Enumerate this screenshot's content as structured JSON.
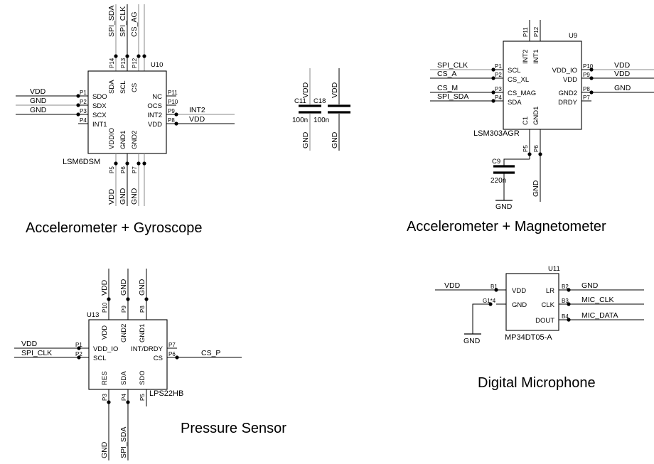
{
  "sheet": {
    "titles": [
      {
        "id": "accel-gyro",
        "text": "Accelerometer + Gyroscope"
      },
      {
        "id": "accel-mag",
        "text": "Accelerometer + Magnetometer"
      },
      {
        "id": "pressure",
        "text": "Pressure Sensor"
      },
      {
        "id": "microphone",
        "text": "Digital Microphone"
      }
    ]
  },
  "components": {
    "u10": {
      "refdes": "U10",
      "part": "LSM6DSM",
      "pins_left": [
        {
          "num": "P1",
          "name": "SDO",
          "net": "VDD"
        },
        {
          "num": "P2",
          "name": "SDX",
          "net": "GND"
        },
        {
          "num": "P3",
          "name": "SCX",
          "net": "GND"
        },
        {
          "num": "P4",
          "name": "INT1",
          "net": ""
        }
      ],
      "pins_right": [
        {
          "num": "P11",
          "name": "NC",
          "net": ""
        },
        {
          "num": "P10",
          "name": "OCS",
          "net": ""
        },
        {
          "num": "P9",
          "name": "INT2",
          "net": "INT2"
        },
        {
          "num": "P8",
          "name": "VDD",
          "net": "VDD"
        }
      ],
      "pins_top": [
        {
          "num": "P14",
          "name": "SDA",
          "net": "SPI_SDA"
        },
        {
          "num": "P13",
          "name": "SCL",
          "net": "SPI_CLK"
        },
        {
          "num": "P12",
          "name": "CS",
          "net": "CS_AG"
        }
      ],
      "pins_bottom": [
        {
          "num": "P5",
          "name": "VDDIO",
          "net": "VDD"
        },
        {
          "num": "P6",
          "name": "GND1",
          "net": "GND"
        },
        {
          "num": "P7",
          "name": "GND2",
          "net": "GND"
        }
      ]
    },
    "u9": {
      "refdes": "U9",
      "part": "LSM303AGR",
      "pins_left": [
        {
          "num": "P1",
          "name": "SCL",
          "net": "SPI_CLK"
        },
        {
          "num": "P2",
          "name": "CS_XL",
          "net": "CS_A"
        },
        {
          "num": "P3",
          "name": "CS_MAG",
          "net": "CS_M"
        },
        {
          "num": "P4",
          "name": "SDA",
          "net": "SPI_SDA"
        }
      ],
      "pins_right": [
        {
          "num": "P10",
          "name": "VDD_IO",
          "net": "VDD"
        },
        {
          "num": "P9",
          "name": "VDD",
          "net": "VDD"
        },
        {
          "num": "P8",
          "name": "GND2",
          "net": "GND"
        },
        {
          "num": "P7",
          "name": "DRDY",
          "net": ""
        }
      ],
      "pins_top": [
        {
          "num": "P11",
          "name": "INT2",
          "net": ""
        },
        {
          "num": "P12",
          "name": "INT1",
          "net": ""
        }
      ],
      "pins_bottom": [
        {
          "num": "P5",
          "name": "C1",
          "net": ""
        },
        {
          "num": "P6",
          "name": "GND1",
          "net": "GND"
        }
      ]
    },
    "u13": {
      "refdes": "U13",
      "part": "LPS22HB",
      "pins_left": [
        {
          "num": "P1",
          "name": "VDD_IO",
          "net": "VDD"
        },
        {
          "num": "P2",
          "name": "SCL",
          "net": "SPI_CLK"
        }
      ],
      "pins_right": [
        {
          "num": "P7",
          "name": "INT/DRDY",
          "net": ""
        },
        {
          "num": "P6",
          "name": "CS",
          "net": "CS_P"
        }
      ],
      "pins_top": [
        {
          "num": "P10",
          "name": "VDD",
          "net": "VDD"
        },
        {
          "num": "P9",
          "name": "GND2",
          "net": "GND"
        },
        {
          "num": "P8",
          "name": "GND1",
          "net": "GND"
        }
      ],
      "pins_bottom": [
        {
          "num": "P3",
          "name": "RES",
          "net": "GND"
        },
        {
          "num": "P4",
          "name": "SDA",
          "net": "SPI_SDA"
        },
        {
          "num": "P5",
          "name": "SDO",
          "net": ""
        }
      ]
    },
    "u11": {
      "refdes": "U11",
      "part": "MP34DT05-A",
      "pins_left": [
        {
          "num": "B1",
          "name": "VDD",
          "net": "VDD"
        },
        {
          "num": "G1*4",
          "name": "GND",
          "net": "GND"
        }
      ],
      "pins_right": [
        {
          "num": "B2",
          "name": "LR",
          "net": "GND"
        },
        {
          "num": "B3",
          "name": "CLK",
          "net": "MIC_CLK"
        },
        {
          "num": "B4",
          "name": "DOUT",
          "net": "MIC_DATA"
        }
      ]
    }
  },
  "capacitors": [
    {
      "refdes": "C11",
      "value": "100n",
      "top_net": "VDD",
      "bottom_net": "GND"
    },
    {
      "refdes": "C18",
      "value": "100n",
      "top_net": "VDD",
      "bottom_net": "GND"
    },
    {
      "refdes": "C9",
      "value": "220n",
      "top_net": "",
      "bottom_net": "GND"
    }
  ],
  "ground_symbols": [
    {
      "id": "gnd-c9",
      "label": "GND"
    },
    {
      "id": "gnd-mic",
      "label": "GND"
    }
  ],
  "colors": {
    "wire": "#000000",
    "wire_alt": "#8a8a8a",
    "text": "#000000",
    "background": "#ffffff"
  }
}
